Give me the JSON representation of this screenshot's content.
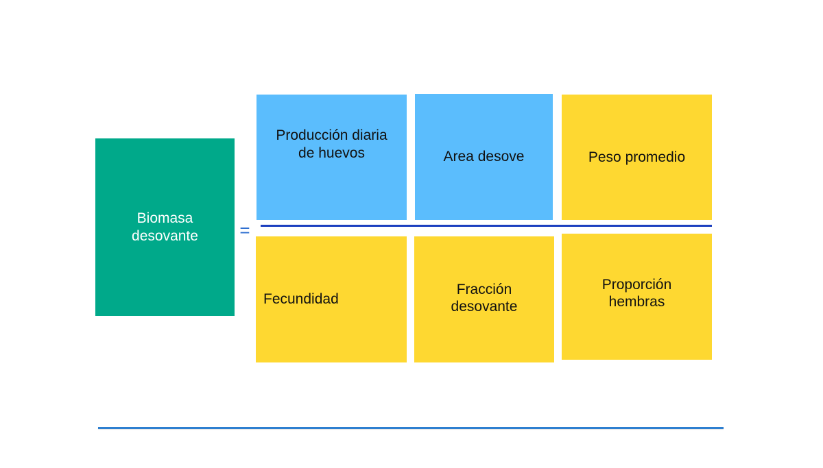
{
  "diagram": {
    "lhs": {
      "label": "Biomasa\ndesovante",
      "color": "#00A98A"
    },
    "operator": "=",
    "numerator": [
      {
        "label": "Producción diaria\nde huevos",
        "color": "#5BBDFD"
      },
      {
        "label": "Area desove",
        "color": "#5BBDFD"
      },
      {
        "label": "Peso promedio",
        "color": "#FED831"
      }
    ],
    "denominator": [
      {
        "label": "Fecundidad",
        "color": "#FED831"
      },
      {
        "label": "Fracción\ndesovante",
        "color": "#FED831"
      },
      {
        "label": "Proporción\nhembras",
        "color": "#FED831"
      }
    ],
    "fraction_line_color": "#1C3FBF",
    "rule_color": "#2E7FD0"
  }
}
